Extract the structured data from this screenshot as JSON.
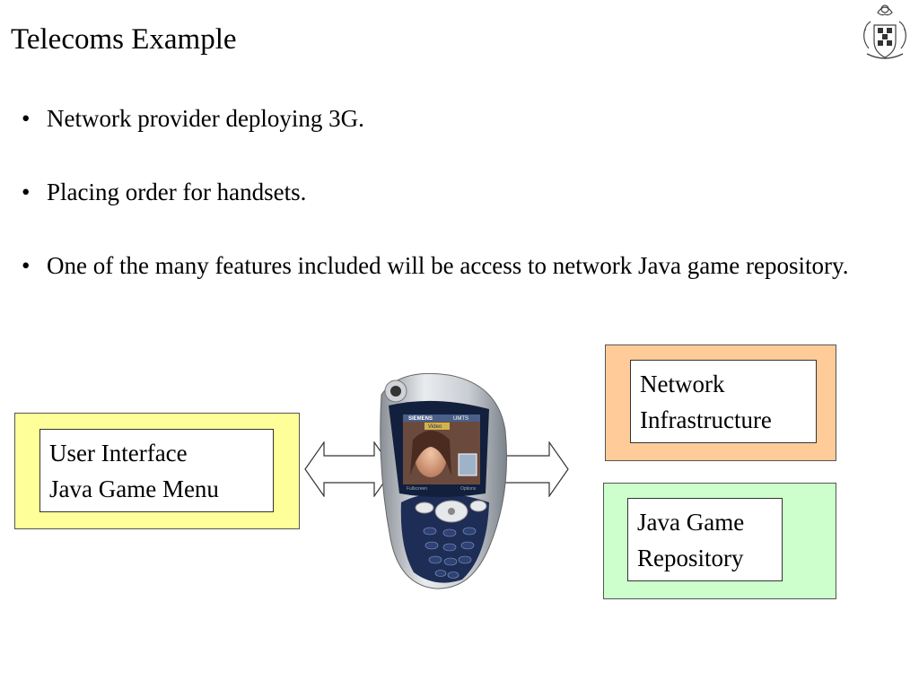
{
  "slide": {
    "title": "Telecoms Example",
    "bullets": [
      "Network provider deploying 3G.",
      "Placing order for handsets.",
      "One of the many features included will be access to network Java game repository."
    ]
  },
  "diagram": {
    "ui_box": {
      "line1": "User Interface",
      "line2": "Java Game Menu",
      "fill": "#ffff99"
    },
    "network_box": {
      "line1": "Network",
      "line2": "Infrastructure",
      "fill": "#ffcc99"
    },
    "repo_box": {
      "line1": "Java Game",
      "line2": "Repository",
      "fill": "#ccffcc"
    },
    "phone": {
      "brand": "SIEMENS",
      "network": "UMTS",
      "mode": "Video",
      "softkey_left": "Fullscreen",
      "softkey_right": "Options"
    }
  },
  "icons": [
    "crest-icon",
    "double-arrow-icon",
    "mobile-phone-icon"
  ]
}
